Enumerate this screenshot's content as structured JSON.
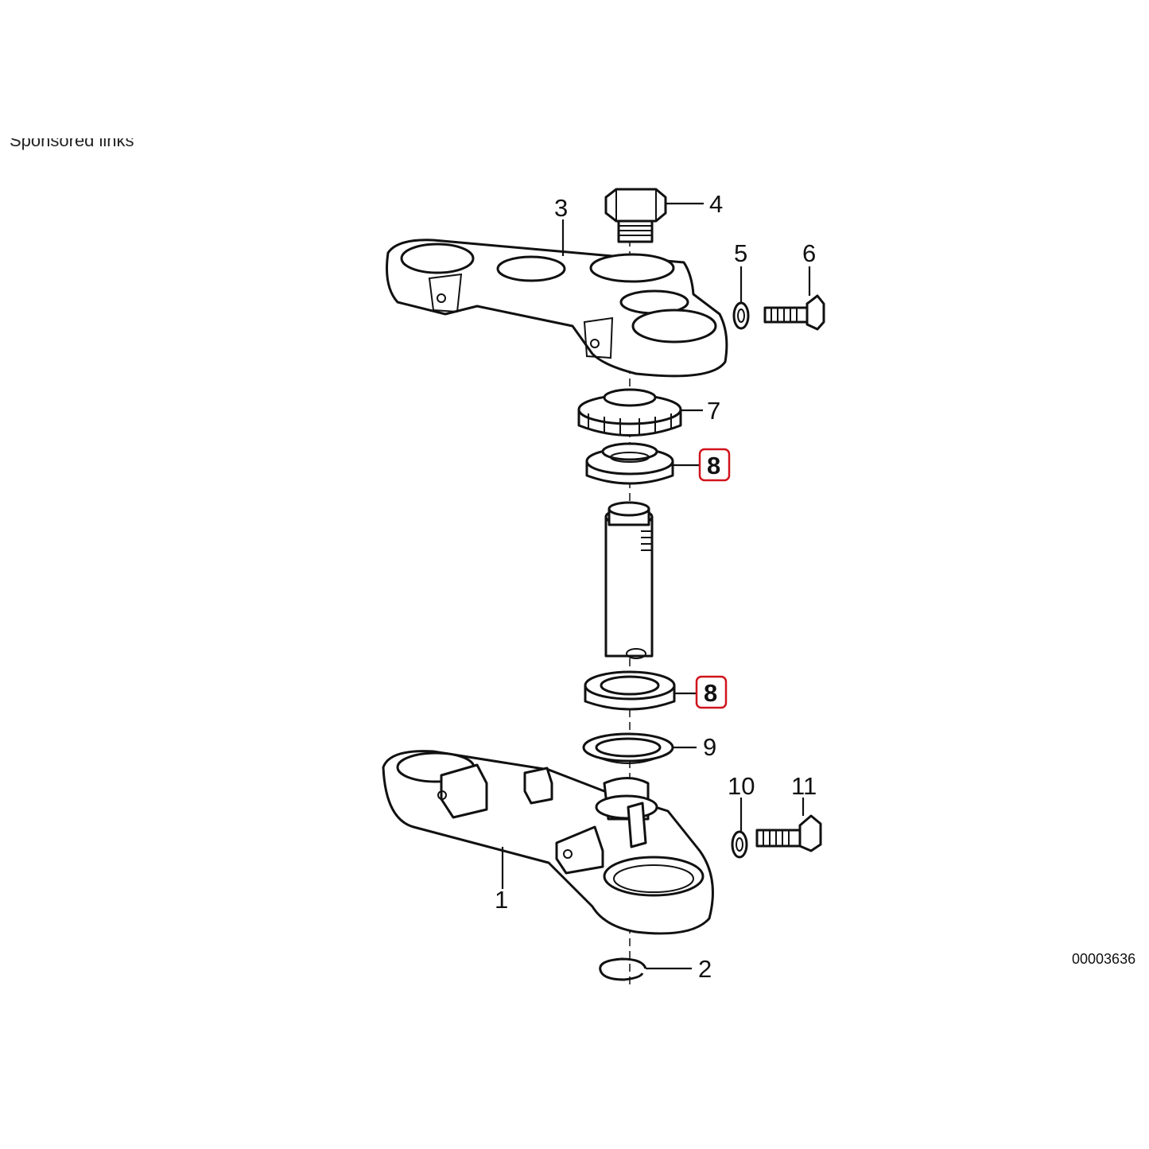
{
  "header": {
    "sponsored_text": "Sponsored links"
  },
  "diagram": {
    "reference_id": "00003636",
    "highlight_color": "#d0141c",
    "callouts": [
      {
        "id": "c1",
        "label": "1",
        "highlighted": false
      },
      {
        "id": "c2",
        "label": "2",
        "highlighted": false
      },
      {
        "id": "c3",
        "label": "3",
        "highlighted": false
      },
      {
        "id": "c4",
        "label": "4",
        "highlighted": false
      },
      {
        "id": "c5",
        "label": "5",
        "highlighted": false
      },
      {
        "id": "c6",
        "label": "6",
        "highlighted": false
      },
      {
        "id": "c7",
        "label": "7",
        "highlighted": false
      },
      {
        "id": "c8a",
        "label": "8",
        "highlighted": true
      },
      {
        "id": "c8b",
        "label": "8",
        "highlighted": true
      },
      {
        "id": "c9",
        "label": "9",
        "highlighted": false
      },
      {
        "id": "c10",
        "label": "10",
        "highlighted": false
      },
      {
        "id": "c11",
        "label": "11",
        "highlighted": false
      }
    ]
  }
}
